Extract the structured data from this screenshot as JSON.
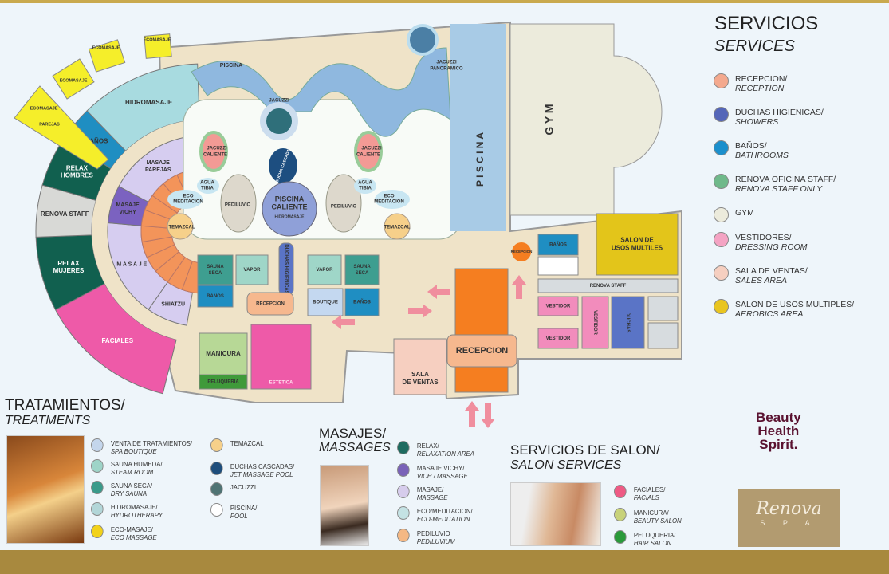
{
  "services": {
    "title": "SERVICIOS",
    "subtitle": "SERVICES",
    "items": [
      {
        "es": "RECEPCION/",
        "en": "RECEPTION",
        "color": "#f4a98e"
      },
      {
        "es": "DUCHAS HIGIENICAS/",
        "en": "SHOWERS",
        "color": "#5466b8"
      },
      {
        "es": "BAÑOS/",
        "en": "BATHROOMS",
        "color": "#1b8fcc"
      },
      {
        "es": "RENOVA OFICINA STAFF/",
        "en": "RENOVA STAFF ONLY",
        "color": "#6fb98a"
      },
      {
        "es": "GYM",
        "en": "",
        "color": "#ecebdc"
      },
      {
        "es": "VESTIDORES/",
        "en": "DRESSING ROOM",
        "color": "#f4a3c3"
      },
      {
        "es": "SALA DE VENTAS/",
        "en": "SALES AREA",
        "color": "#f6cfc0"
      },
      {
        "es": "SALON DE USOS MULTIPLES/",
        "en": "AEROBICS AREA",
        "color": "#e9c520"
      }
    ]
  },
  "treatments": {
    "title": "TRATAMIENTOS/",
    "subtitle": "TREATMENTS",
    "items": [
      {
        "es": "VENTA DE TRATAMIENTOS/",
        "en": "SPA BOUTIQUE",
        "color": "#c4d6ec"
      },
      {
        "es": "SAUNA HUMEDA/",
        "en": "STEAM ROOM",
        "color": "#9ed4c8"
      },
      {
        "es": "SAUNA SECA/",
        "en": "DRY SAUNA",
        "color": "#3a9a8a"
      },
      {
        "es": "HIDROMASAJE/",
        "en": "HYDROTHERAPY",
        "color": "#b2d6d8"
      },
      {
        "es": "ECO-MASAJE/",
        "en": "ECO MASSAGE",
        "color": "#f2d21a"
      },
      {
        "es": "TEMAZCAL",
        "en": "",
        "color": "#f6d08a"
      },
      {
        "es": "DUCHAS CASCADAS/",
        "en": "JET MASSAGE POOL",
        "color": "#1e4e7c"
      },
      {
        "es": "JACUZZI",
        "en": "",
        "color": "#4f7373"
      },
      {
        "es": "PISCINA/",
        "en": "POOL",
        "color": "#ffffff"
      }
    ]
  },
  "massages": {
    "title": "MASAJES/",
    "subtitle": "MASSAGES",
    "items": [
      {
        "es": "RELAX/",
        "en": "RELAXATION AREA",
        "color": "#1e6b60"
      },
      {
        "es": "MASAJE VICHY/",
        "en": "VICH / MASSAGE",
        "color": "#7a62b8"
      },
      {
        "es": "MASAJE/",
        "en": "MASSAGE",
        "color": "#d6ccec"
      },
      {
        "es": "ECO/MEDITACION/",
        "en": "ECO-MEDITATION",
        "color": "#c4e2e4"
      },
      {
        "es": "PEDILUVIO",
        "en": "PEDILUVIUM",
        "color": "#f4b884"
      }
    ]
  },
  "salon": {
    "title": "SERVICIOS DE SALON/",
    "subtitle": "SALON SERVICES",
    "items": [
      {
        "es": "FACIALES/",
        "en": "FACIALS",
        "color": "#ee5a84"
      },
      {
        "es": "MANICURA/",
        "en": "BEAUTY SALON",
        "color": "#c8d27a"
      },
      {
        "es": "PELUQUERIA/",
        "en": "HAIR SALON",
        "color": "#2a9a3a"
      }
    ]
  },
  "brand": {
    "slogan": [
      "Beauty",
      "Health",
      "Spirit."
    ],
    "logo": "Renova",
    "logo_sub": "S P A"
  },
  "map": {
    "outer_ring": [
      {
        "label": "FACIALES",
        "color": "#ee5aa8"
      },
      {
        "label": "RELAX MUJERES",
        "color": "#11604f"
      },
      {
        "label": "RENOVA STAFF",
        "color": "#d8d9d6"
      },
      {
        "label": "RELAX HOMBRES",
        "color": "#11604f"
      },
      {
        "label": "BAÑOS",
        "color": "#1f8ec2"
      },
      {
        "label": "HIDROMASAJE",
        "color": "#a8dbe0"
      }
    ],
    "massage_ring": [
      {
        "label": "SHIATZU",
        "color": "#d6cdf0"
      },
      {
        "label": "M A S A J E",
        "color": "#d6cdf0"
      },
      {
        "label": "MASAJE VICHY",
        "color": "#7b62c0"
      },
      {
        "label": "MASAJE PAREJAS",
        "color": "#d6cdf0"
      }
    ],
    "labels": {
      "ecomasaje": "ECOMASAJE",
      "parejas": "PAREJAS",
      "piscina": "PISCINA",
      "jacuzzi": "JACUZZI",
      "jacuzzi_panoramico": [
        "JACUZZI",
        "PANORAMICO"
      ],
      "piscina_vertical": "P I S C I N A",
      "gym": "G Y M",
      "jacuzzi_caliente": [
        "JACUZZI",
        "CALIENTE"
      ],
      "ducha_cascada": "DUCHA CASCADA",
      "agua_tibia": [
        "AGUA",
        "TIBIA"
      ],
      "eco_meditacion": [
        "ECO",
        "MEDITACION"
      ],
      "pediluvio": "PEDILUVIO",
      "piscina_caliente": [
        "PISCINA",
        "CALIENTE"
      ],
      "hidromasaje": "HIDROMASAJE",
      "temazcal": "TEMAZCAL",
      "sauna_seca": [
        "SAUNA",
        "SECA"
      ],
      "vapor": "VAPOR",
      "duchas_higienicas": "DUCHAS HIGIENICAS",
      "banos": "BAÑOS",
      "recepcion": "RECEPCION",
      "boutique": "BOUTIQUE",
      "manicura": "MANICURA",
      "peluqueria": "PELUQUERIA",
      "estetica": "ESTETICA",
      "sala_de_ventas": [
        "SALA",
        "DE VENTAS"
      ],
      "salon_usos": [
        "SALON DE",
        "USOS MULTILES"
      ],
      "renova_staff": "RENOVA STAFF",
      "vestidor": "VESTIDOR",
      "duchas": "DUCHAS"
    }
  }
}
